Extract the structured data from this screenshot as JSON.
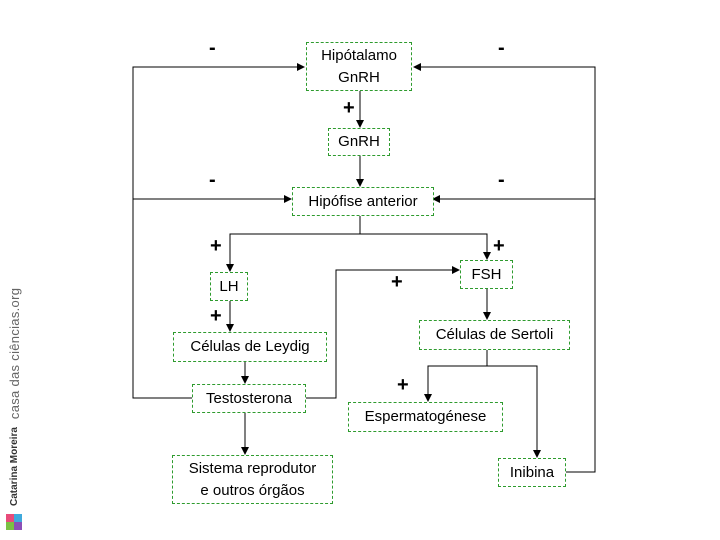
{
  "nodes": {
    "hipotalamo": [
      "Hipótalamo",
      "GnRH"
    ],
    "gnrh": "GnRH",
    "hipofise": "Hipófise anterior",
    "lh": "LH",
    "fsh": "FSH",
    "leydig": "Células de Leydig",
    "sertoli": "Células de Sertoli",
    "testosterona": "Testosterona",
    "espermatogenese": "Espermatogénese",
    "sistema": [
      "Sistema reprodutor",
      "e outros órgãos"
    ],
    "inibina": "Inibina"
  },
  "signs": {
    "minus": "-",
    "plus": "+"
  },
  "credit": {
    "author": "Catarina Moreira",
    "site": "casa das ciências.org"
  },
  "colors": {
    "box_border": "#2e9b2e",
    "lines": "#000000",
    "logo": [
      "#e84b7a",
      "#3fa9dc",
      "#7bc043",
      "#8a4fb7"
    ]
  }
}
